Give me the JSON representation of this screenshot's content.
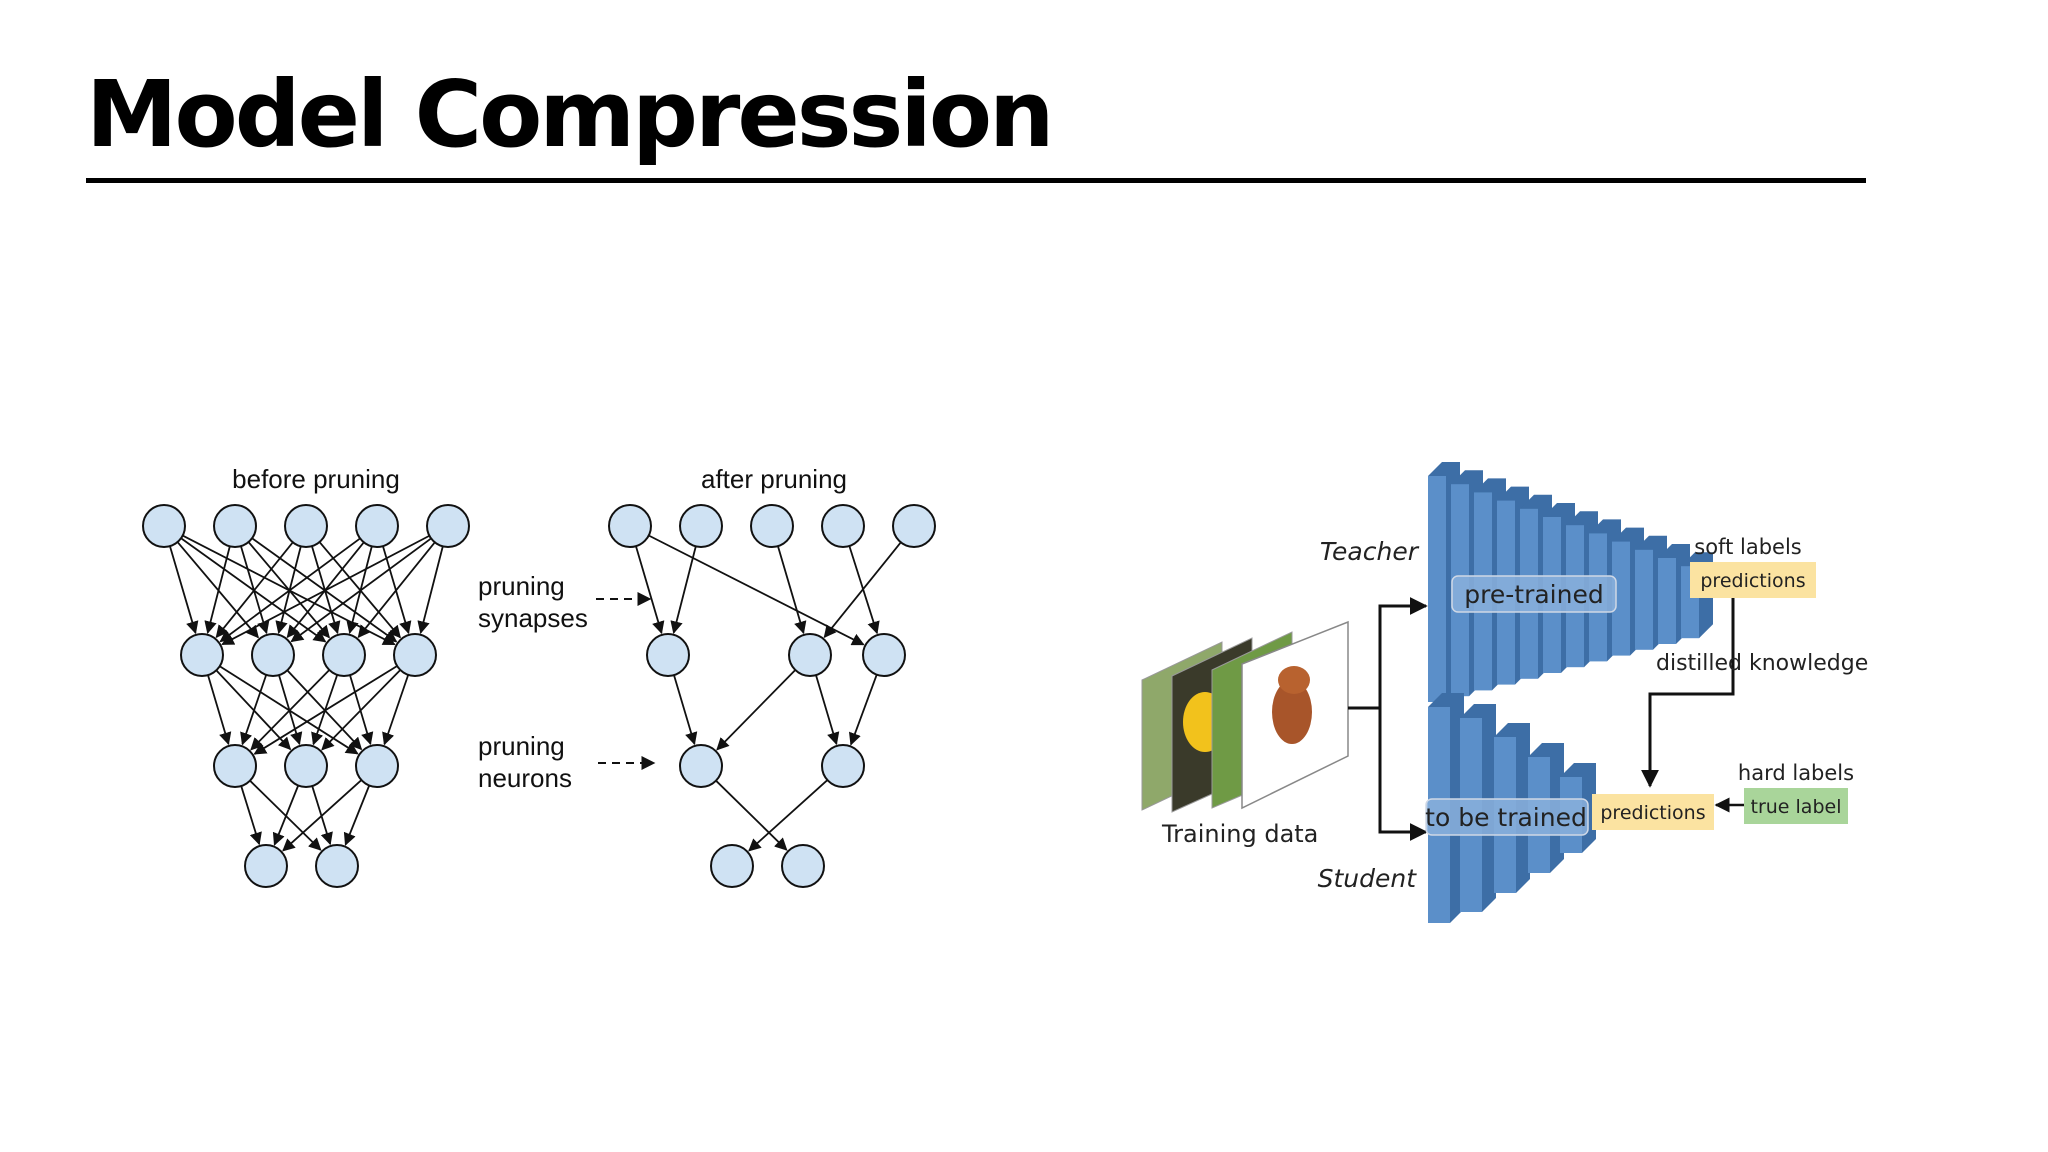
{
  "slide": {
    "title": "Model Compression"
  },
  "pruning": {
    "before_label": "before pruning",
    "after_label": "after pruning",
    "pruning_synapses": [
      "pruning",
      "synapses"
    ],
    "pruning_neurons": [
      "pruning",
      "neurons"
    ],
    "layers": [
      5,
      4,
      3,
      2
    ],
    "after_layers": [
      5,
      3,
      2,
      2
    ]
  },
  "distillation": {
    "teacher_label": "Teacher",
    "student_label": "Student",
    "training_data_label": "Training data",
    "pretrained_label": "pre-trained",
    "to_be_trained_label": "to be trained",
    "soft_labels": "soft labels",
    "hard_labels": "hard labels",
    "teacher_predictions": "predictions",
    "student_predictions": "predictions",
    "true_label": "true label",
    "distilled_knowledge": "distilled knowledge",
    "colors": {
      "network_blue": "#5b8fc9",
      "network_dark": "#3d6ea6",
      "predictions": "#fbe3a1",
      "true_label": "#a9d59a",
      "neuron_fill": "#cfe2f3"
    }
  }
}
